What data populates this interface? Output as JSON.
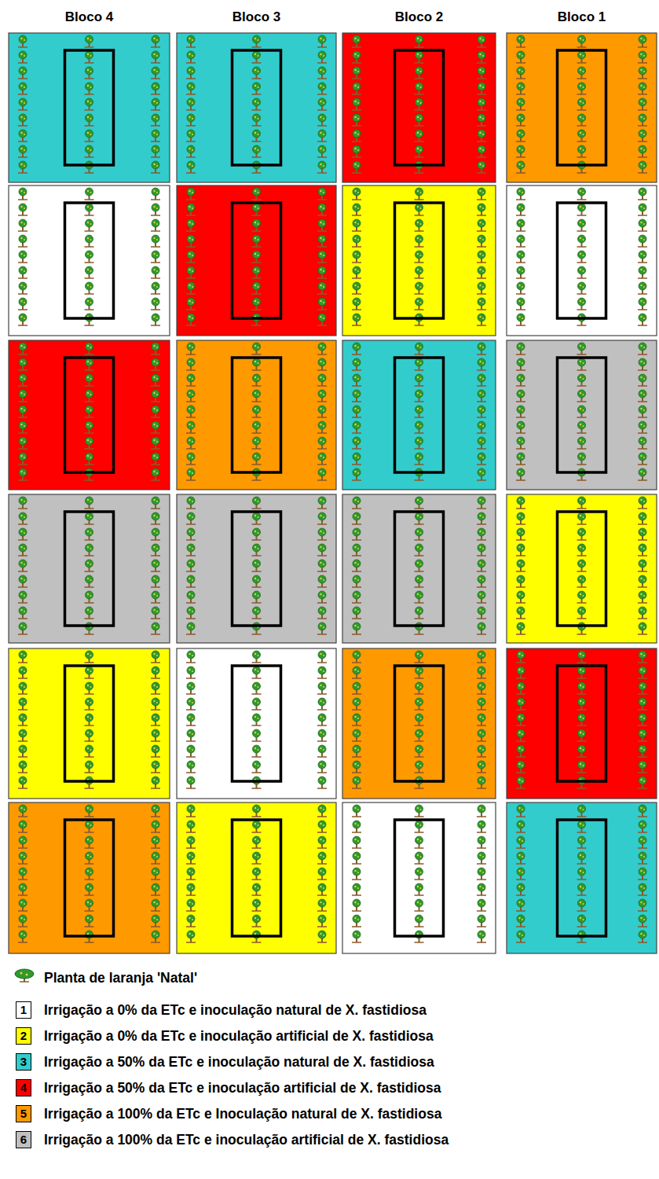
{
  "diagram": {
    "labels": [
      "Bloco 4",
      "Bloco 3",
      "Bloco 2",
      "Bloco 1",
      "1",
      "2",
      "3",
      "4",
      "5",
      "6"
    ],
    "legend": [
      {
        "text": "Planta de laranja 'Natal'"
      },
      {
        "text": "Irrigação a 0% da ETc e inoculação natural de X. fastidiosa",
        "color": "#ffffff"
      },
      {
        "text": "Irrigação a 0% da ETc e inoculação artificial de X. fastidiosa",
        "color": "#ffff00"
      },
      {
        "text": "Irrigação a 50% da ETc e inoculação natural de X. fastidiosa",
        "color": "#33cccc"
      },
      {
        "text": "Irrigação a 50% da ETc e inoculação artificial de X. fastidiosa",
        "color": "#ff0000"
      },
      {
        "text": "Irrigação a 100% da ETc e Inoculação natural de X. fastidiosa",
        "color": "#ff9900"
      },
      {
        "text": "Irrigação a 100% da ETc e inoculação artificial de X. fastidiosa",
        "color": "#c0c0c0"
      }
    ]
  }
}
